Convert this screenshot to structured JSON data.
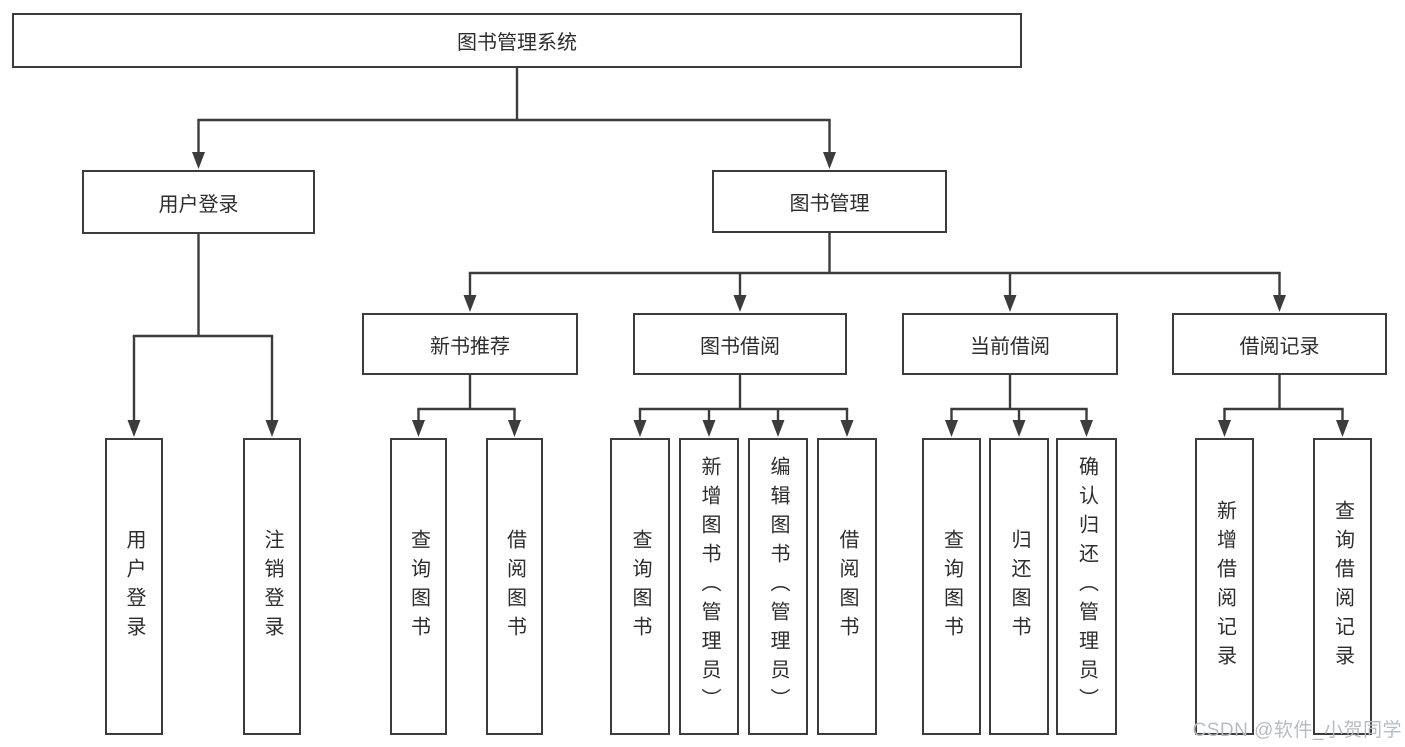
{
  "style": {
    "ink": "#3c3c3c",
    "text_color": "#2d2d2d",
    "box_fill": "#ffffff",
    "background": "#ffffff",
    "watermark_color": "#b8bcc0"
  },
  "watermark": "CSDN @软件_小贺同学",
  "tree": {
    "id": "root",
    "label": "图书管理系统",
    "children": [
      {
        "id": "user-login",
        "label": "用户登录",
        "children": [
          {
            "id": "leaf-user-login",
            "label": "用户登录"
          },
          {
            "id": "leaf-logout",
            "label": "注销登录"
          }
        ]
      },
      {
        "id": "book-mgmt",
        "label": "图书管理",
        "children": [
          {
            "id": "new-book",
            "label": "新书推荐",
            "children": [
              {
                "id": "nb-query",
                "label": "查询图书"
              },
              {
                "id": "nb-borrow",
                "label": "借阅图书"
              }
            ]
          },
          {
            "id": "borrow",
            "label": "图书借阅",
            "children": [
              {
                "id": "b-query",
                "label": "查询图书"
              },
              {
                "id": "b-add",
                "label": "新增图书（管理员）"
              },
              {
                "id": "b-edit",
                "label": "编辑图书（管理员）"
              },
              {
                "id": "b-borrow",
                "label": "借阅图书"
              }
            ]
          },
          {
            "id": "current",
            "label": "当前借阅",
            "children": [
              {
                "id": "c-query",
                "label": "查询图书"
              },
              {
                "id": "c-return",
                "label": "归还图书"
              },
              {
                "id": "c-confirm",
                "label": "确认归还（管理员）"
              }
            ]
          },
          {
            "id": "records",
            "label": "借阅记录",
            "children": [
              {
                "id": "r-add",
                "label": "新增借阅记录"
              },
              {
                "id": "r-query",
                "label": "查询借阅记录"
              }
            ]
          }
        ]
      }
    ]
  }
}
